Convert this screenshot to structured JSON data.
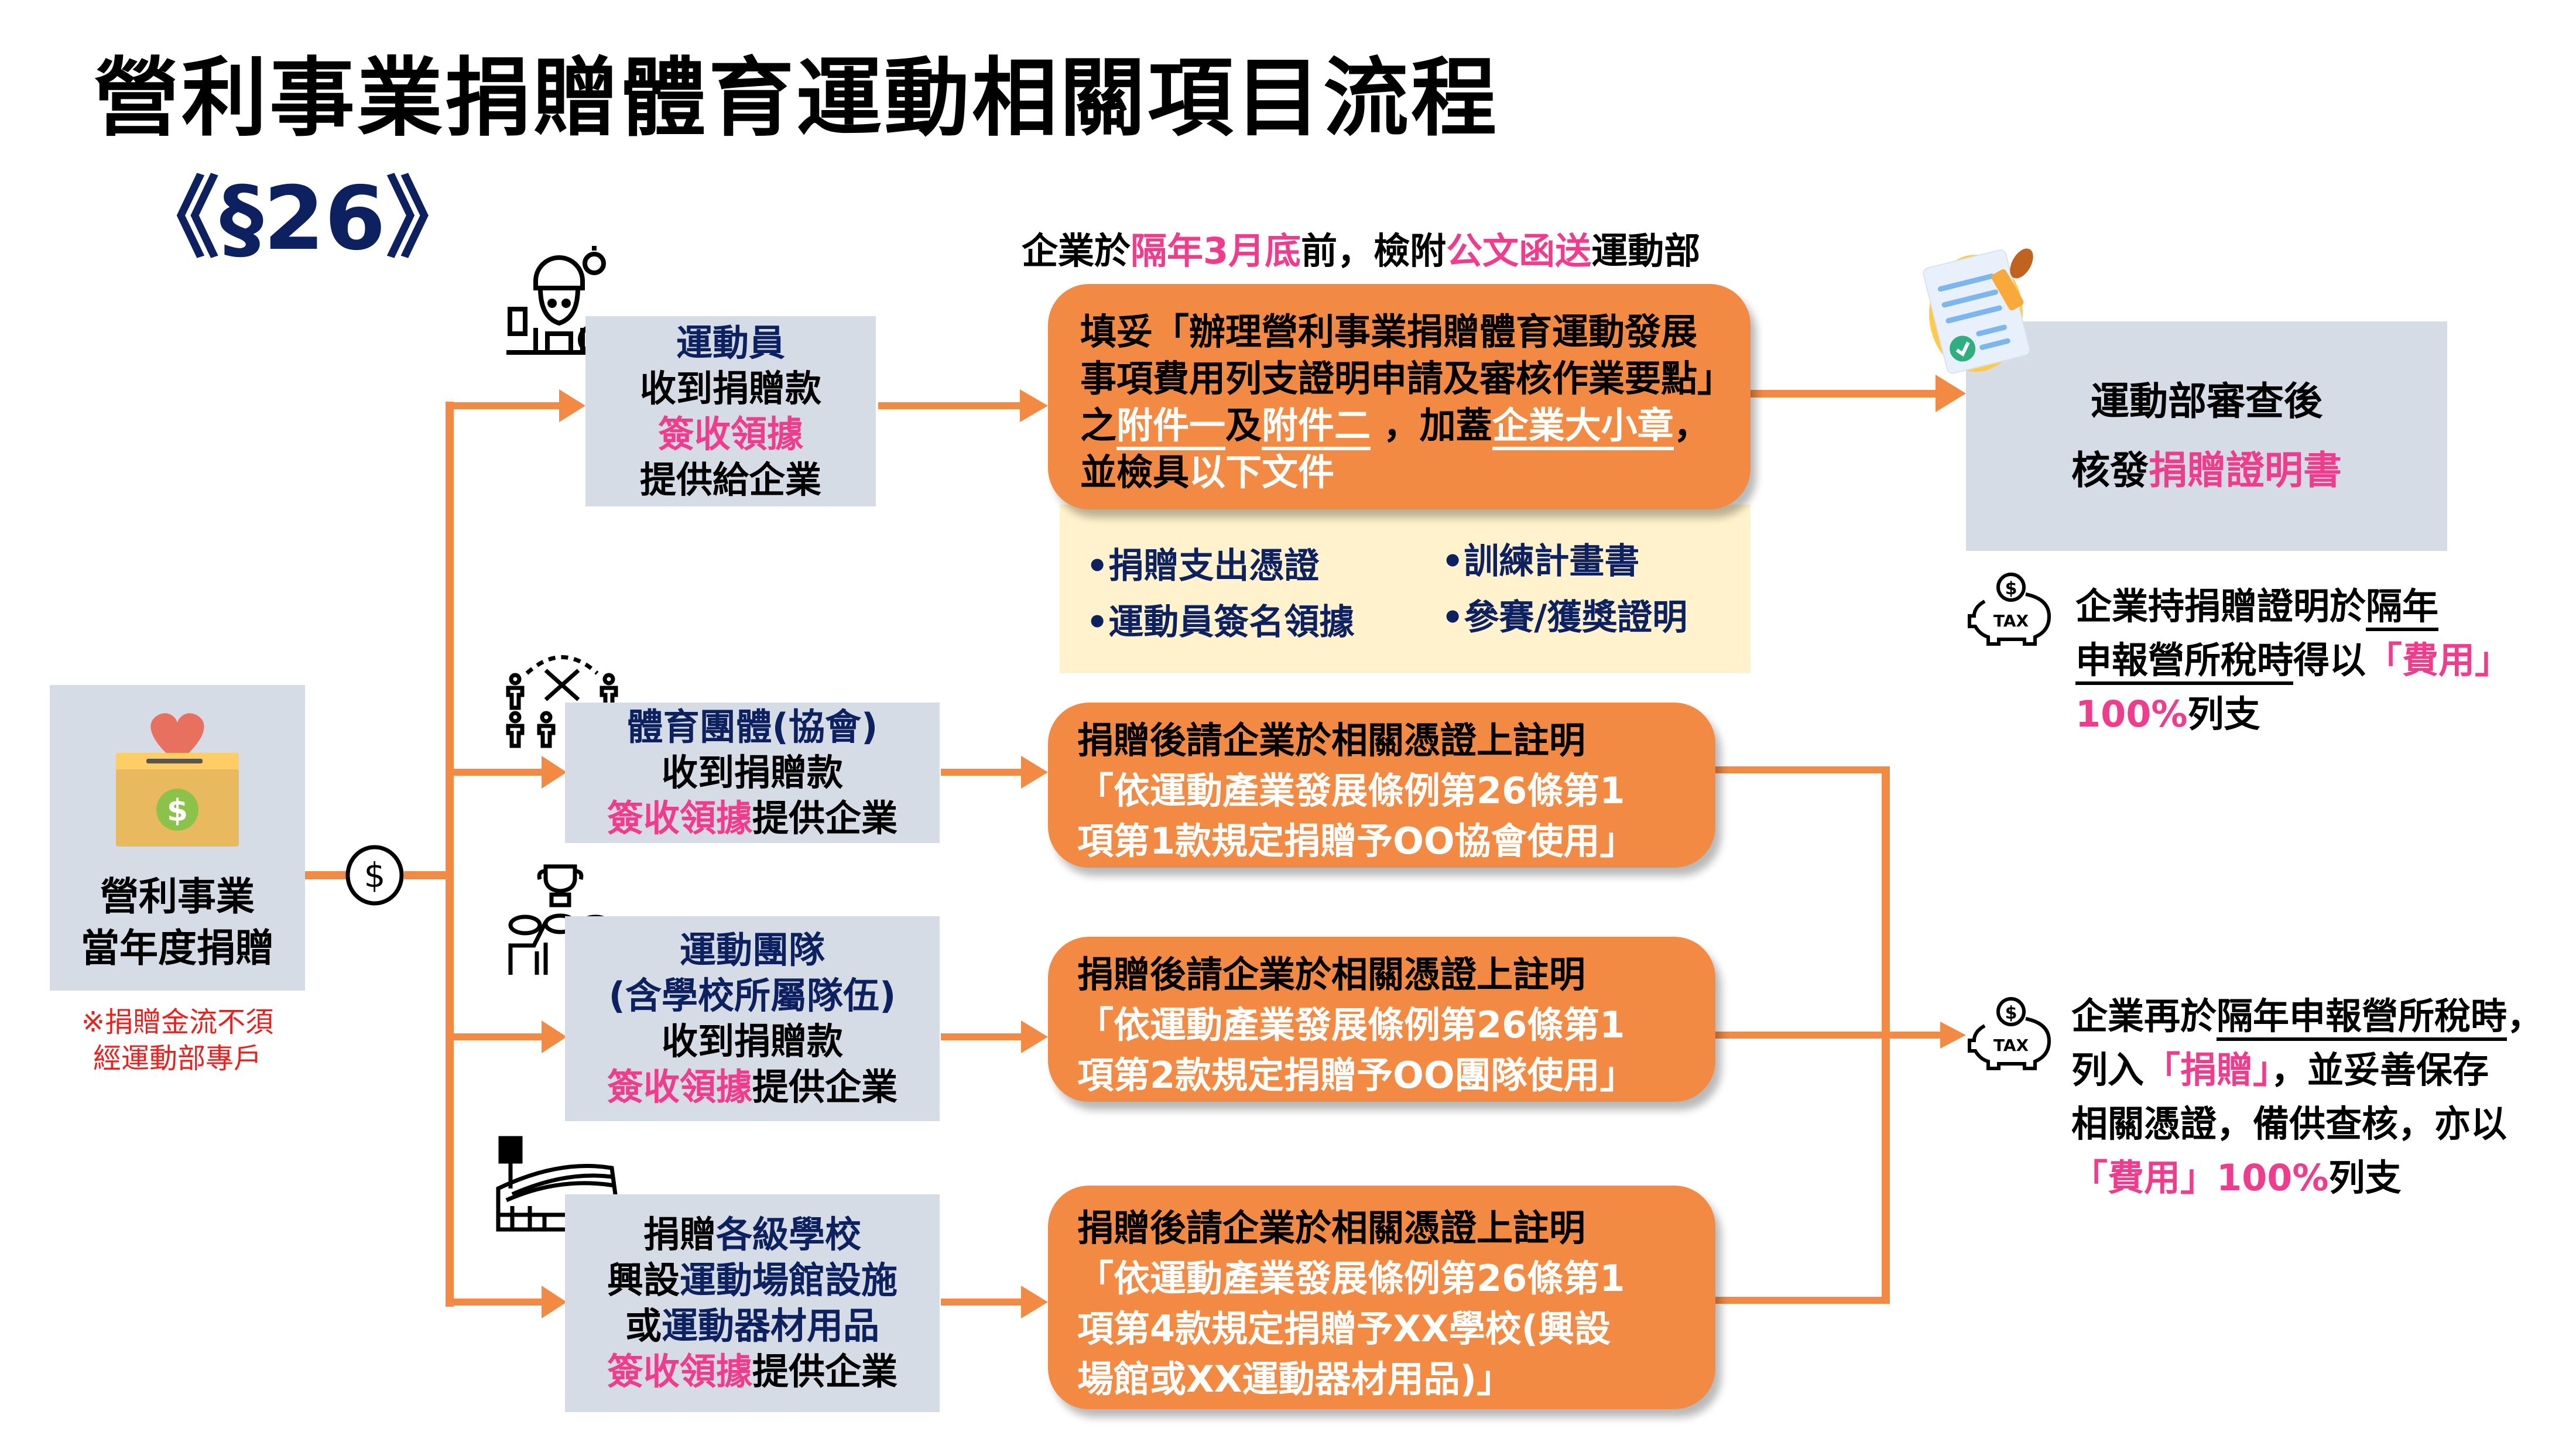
{
  "title": "營利事業捐贈體育運動相關項目流程",
  "section": "《§26》",
  "colors": {
    "orange": "#f28a44",
    "gray_box": "#d6dce5",
    "yellow_box": "#fff2cc",
    "pink": "#f03c8c",
    "navy": "#0d2160",
    "red": "#e8221f"
  },
  "top_note": {
    "p1": "企業於",
    "p2": "隔年3月底",
    "p3": "前，檢附",
    "p4": "公文函送",
    "p5": "運動部"
  },
  "source": {
    "line1": "營利事業",
    "line2": "當年度捐贈",
    "note_line1": "※捐贈金流不須",
    "note_line2": "經運動部專戶",
    "icon": "donation-box-icon",
    "connector_icon": "dollar-coin-icon"
  },
  "recipients": [
    {
      "icon": "athlete-icon",
      "lines": [
        {
          "navy": "運動員"
        },
        {
          "black": "收到捐贈款"
        },
        {
          "pink": "簽收領據"
        },
        {
          "black": "提供給企業"
        }
      ]
    },
    {
      "icon": "sports-association-icon",
      "l1": "體育團體(協會)",
      "l2": "收到捐贈款",
      "l3_pink": "簽收領據",
      "l3_black": "提供企業"
    },
    {
      "icon": "sports-team-trophy-icon",
      "l1": "運動團隊",
      "l2": "(含學校所屬隊伍)",
      "l3": "收到捐贈款",
      "l4_pink": "簽收領據",
      "l4_black": "提供企業"
    },
    {
      "icon": "stadium-icon",
      "l1_black": "捐贈",
      "l1_navy": "各級學校",
      "l2_black": "興設",
      "l2_navy": "運動場館設施",
      "l3_black": "或",
      "l3_navy": "運動器材用品",
      "l4_pink": "簽收領據",
      "l4_black": "提供企業"
    }
  ],
  "athlete_process": {
    "line1": "填妥「辦理營利事業捐贈體育運動發展",
    "line2": "事項費用列支證明申請及審核作業要點」",
    "line3_a": "之",
    "line3_b": "附件一",
    "line3_c": "及",
    "line3_d": "附件二",
    "line3_e": " ，加蓋",
    "line3_f": "企業大小章",
    "line3_g": "，",
    "line4_a": "並檢具",
    "line4_b": "以下文件",
    "documents": [
      "•捐贈支出憑證",
      "•訓練計畫書",
      "•運動員簽名領據",
      "•參賽/獲獎證明"
    ]
  },
  "annotations": [
    {
      "l1": "捐贈後請企業於相關憑證上註明",
      "l2": "「依運動產業發展條例第26條第1",
      "l3": "項第1款規定捐贈予OO協會使用」"
    },
    {
      "l1": "捐贈後請企業於相關憑證上註明",
      "l2": "「依運動產業發展條例第26條第1",
      "l3": "項第2款規定捐贈予OO團隊使用」"
    },
    {
      "l1": "捐贈後請企業於相關憑證上註明",
      "l2": "「依運動產業發展條例第26條第1",
      "l3": "項第4款規定捐贈予XX學校(興設",
      "l4": "場館或XX運動器材用品)」"
    }
  ],
  "ministry": {
    "line1": "運動部審查後",
    "line2_black": "核發",
    "line2_pink": "捐贈證明書",
    "icon": "approved-document-stamp-icon"
  },
  "tax_note_1": {
    "icon": "tax-piggy-bank-icon",
    "l1_a": "企業持捐贈證明於",
    "l1_b": "隔年",
    "l2_a": "申報營所稅時",
    "l2_b": "得以",
    "l2_c": "「費用」",
    "l3_a": "100%",
    "l3_b": "列支"
  },
  "tax_note_2": {
    "icon": "tax-piggy-bank-icon",
    "l1_a": "企業再於",
    "l1_b": "隔年申報營所稅時",
    "l1_c": "，",
    "l2_a": "列入",
    "l2_b": "「捐贈」",
    "l2_c": "，並妥善保存",
    "l3": "相關憑證，備供查核，亦以",
    "l4_a": "「費用」100%",
    "l4_b": "列支"
  }
}
